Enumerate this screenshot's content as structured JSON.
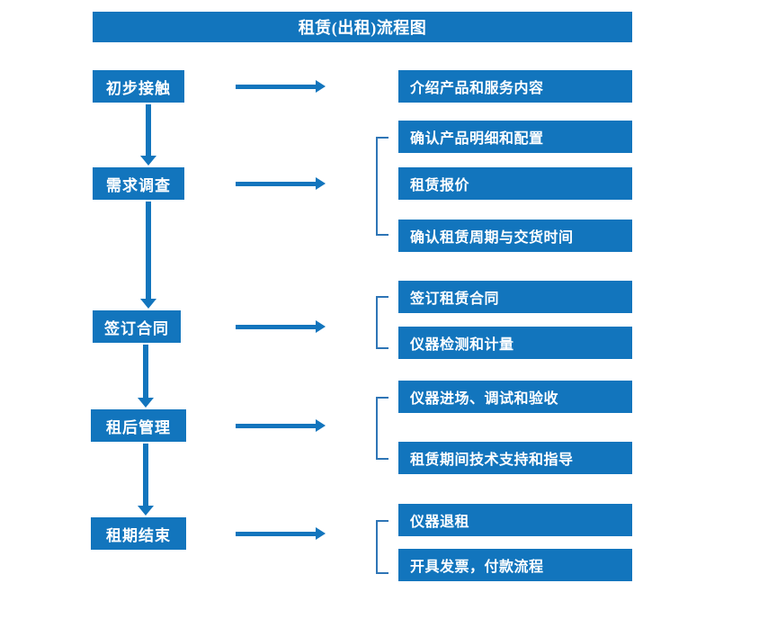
{
  "title": "租赁(出租)流程图",
  "colors": {
    "box_fill": "#1275BD",
    "box_text": "#FFFFFF",
    "arrow": "#1275BD",
    "bracket": "#2E75B6",
    "background": "#FFFFFF"
  },
  "stages": [
    {
      "label": "初步接触"
    },
    {
      "label": "需求调查"
    },
    {
      "label": "签订合同"
    },
    {
      "label": "租后管理"
    },
    {
      "label": "租期结束"
    }
  ],
  "groups": [
    {
      "stage": "初步接触",
      "bracketed": false,
      "details": [
        {
          "label": "介绍产品和服务内容"
        }
      ]
    },
    {
      "stage": "需求调查",
      "bracketed": true,
      "details": [
        {
          "label": "确认产品明细和配置"
        },
        {
          "label": "租赁报价"
        },
        {
          "label": "确认租赁周期与交货时间"
        }
      ]
    },
    {
      "stage": "签订合同",
      "bracketed": true,
      "details": [
        {
          "label": "签订租赁合同"
        },
        {
          "label": "仪器检测和计量"
        }
      ]
    },
    {
      "stage": "租后管理",
      "bracketed": true,
      "details": [
        {
          "label": "仪器进场、调试和验收"
        },
        {
          "label": "租赁期间技术支持和指导"
        }
      ]
    },
    {
      "stage": "租期结束",
      "bracketed": true,
      "details": [
        {
          "label": "仪器退租"
        },
        {
          "label": "开具发票，付款流程"
        }
      ]
    }
  ]
}
